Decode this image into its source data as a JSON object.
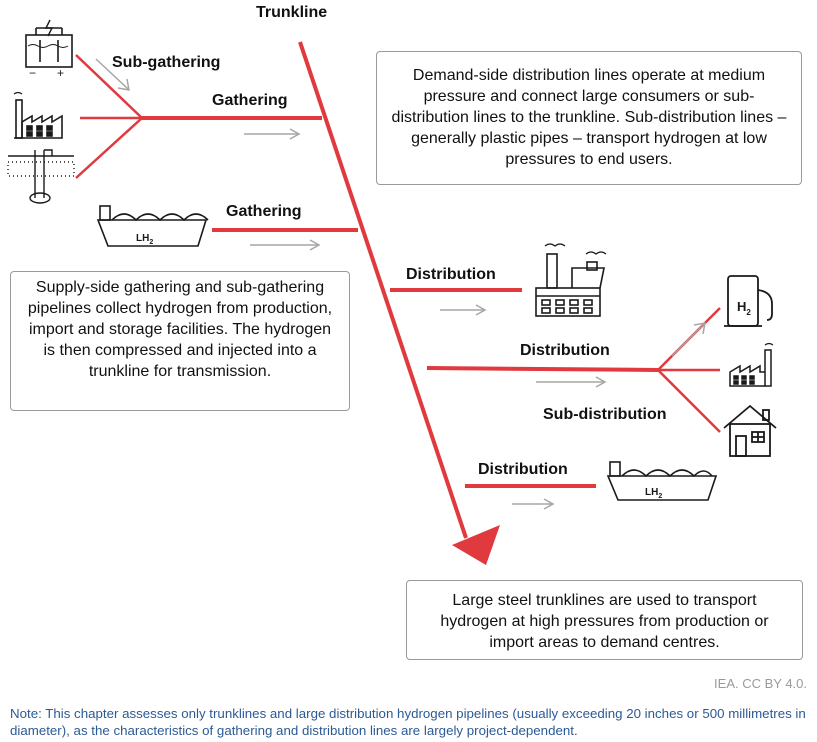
{
  "labels": {
    "trunkline": "Trunkline",
    "sub_gathering": "Sub-gathering",
    "gathering_1": "Gathering",
    "gathering_2": "Gathering",
    "distribution_1": "Distribution",
    "distribution_2": "Distribution",
    "sub_distribution": "Sub-distribution",
    "distribution_3": "Distribution"
  },
  "text_boxes": {
    "demand_side": "Demand-side distribution lines operate at medium pressure and connect large consumers or sub-distribution lines to the trunkline. Sub-distribution lines – generally plastic pipes – transport hydrogen at low pressures to end users.",
    "supply_side": "Supply-side gathering and sub-gathering pipelines collect hydrogen from production, import and storage facilities. The hydrogen is then compressed and injected into a trunkline for transmission.",
    "trunkline": "Large steel trunklines are used to transport hydrogen at high pressures from production or import areas to demand centres."
  },
  "icons": {
    "electrolyser": "electrolyser-icon",
    "factory": "factory-icon",
    "storage_well": "underground-storage-icon",
    "ship_supply": "lh2-ship-icon",
    "ship_demand": "lh2-ship-icon",
    "refinery": "industrial-plant-icon",
    "h2_station": "h2-fuel-station-icon",
    "small_factory": "factory-icon",
    "house": "house-icon"
  },
  "ship_label": "LH",
  "ship_label_sub": "2",
  "station_label": "H",
  "station_label_sub": "2",
  "battery_minus": "−",
  "battery_plus": "+",
  "credit": "IEA. CC BY 4.0.",
  "note": "Note: This chapter assesses only trunklines and large distribution hydrogen pipelines (usually exceeding 20 inches or 500 millimetres in diameter), as the characteristics of gathering and distribution lines are largely project-dependent.",
  "colors": {
    "pipeline": "#e0393e",
    "arrow": "#a6a6a6",
    "box_border": "#9a9a9a",
    "note_text": "#2c5a96",
    "icon": "#1a1a1a"
  }
}
